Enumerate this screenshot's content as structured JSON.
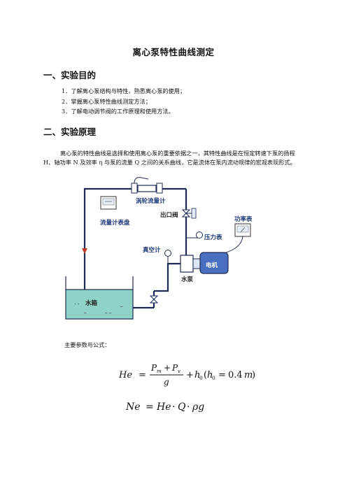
{
  "title": "离心泵特性曲线测定",
  "section1": {
    "heading": "一、实验目的",
    "items": [
      "1．了解离心泵结构与特性，熟悉离心泵的使用；",
      "2．掌握离心泵特性曲线测定方法；",
      "3．了解电动调节阀的工作原理和使用方法。"
    ]
  },
  "section2": {
    "heading": "二、实验原理",
    "paragraph": "离心泵的特性曲线是选择和使用离心泵的重要依据之一，其特性曲线是在恒定转速下泵的扬程 H、轴功率 N 及效率 η 与泵的流量 Q 之间的关系曲线，它是流体在泵内流动规律的宏观表现形式。"
  },
  "diagram": {
    "labels": {
      "turbine_flowmeter": "涡轮流量计",
      "flow_display": "流量计表盘",
      "outlet_valve": "出口阀",
      "power_meter": "功率表",
      "pressure_gauge": "压力表",
      "vacuum_gauge": "真空计",
      "motor": "电机",
      "pump": "水泵",
      "tank": "水箱"
    },
    "colors": {
      "pipe": "#1c2a55",
      "water": "#8fd3c6",
      "motor": "#4a6fc0",
      "label": "#1f3a7a"
    }
  },
  "params_label": "主要参数与公式：",
  "formula": {
    "f1": {
      "lhs": "He",
      "eq": "=",
      "num_a": "P",
      "num_a_sub": "m",
      "plus": "+",
      "num_b": "P",
      "num_b_sub": "v",
      "den": "g",
      "plus2": "+",
      "h": "h",
      "h_sub": "0",
      "paren": "(",
      "h2": "h",
      "h2_sub": "0",
      "eq2": "=",
      "val": "0.4",
      "unit": "m",
      "paren_close": ")"
    },
    "f2": {
      "lhs": "Ne",
      "eq": "=",
      "t1": "He",
      "dot1": "·",
      "t2": "Q",
      "dot2": "·",
      "t3": "ρg"
    }
  }
}
